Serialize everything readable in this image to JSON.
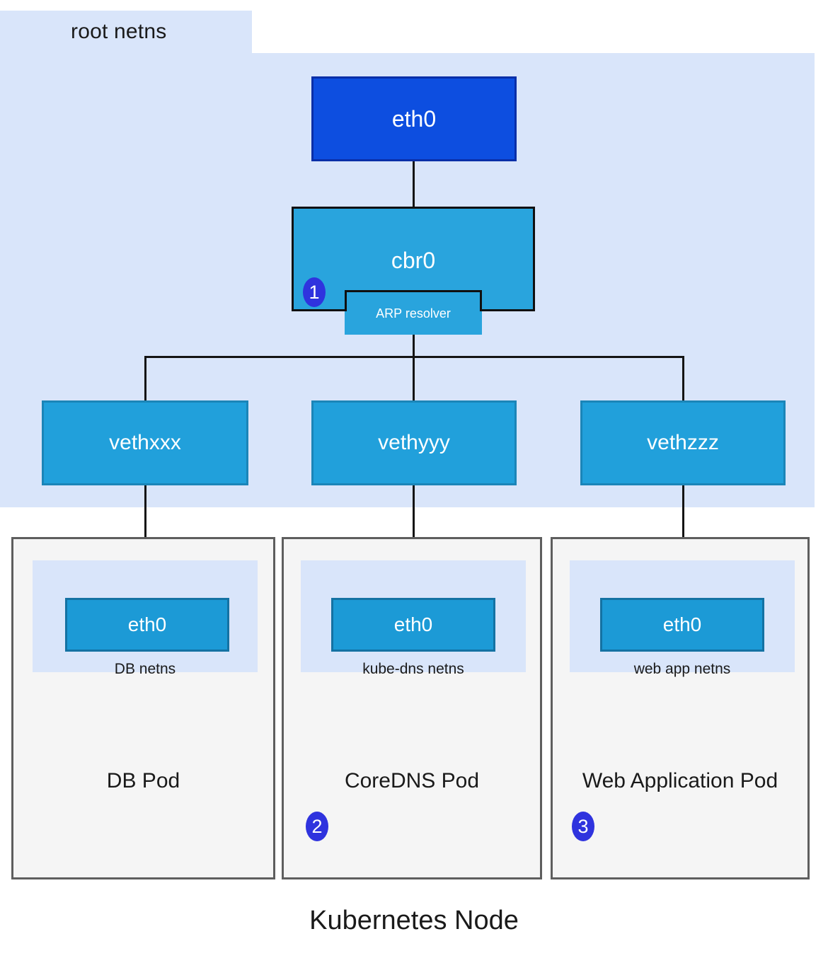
{
  "diagram": {
    "footer_title": "Kubernetes Node",
    "root_namespace": {
      "label": "root netns",
      "background_color": "#d9e5fa"
    },
    "nodes": {
      "host_eth0": {
        "label": "eth0",
        "fill_color": "#0d4ee0",
        "border_color": "#0a2fa8"
      },
      "bridge": {
        "label": "cbr0",
        "fill_color": "#29a4dd",
        "border_color": "#101010"
      },
      "arp_resolver": {
        "label": "ARP resolver",
        "fill_color": "#29a4dd",
        "border_color": "#101010"
      }
    },
    "veth_interfaces": [
      {
        "label": "vethxxx",
        "fill_color": "#21a0db"
      },
      {
        "label": "vethyyy",
        "fill_color": "#21a0db"
      },
      {
        "label": "vethzzz",
        "fill_color": "#21a0db"
      }
    ],
    "pods": [
      {
        "pod_label": "DB Pod",
        "netns_label": "DB netns",
        "interface_label": "eth0",
        "badge": null
      },
      {
        "pod_label": "CoreDNS Pod",
        "netns_label": "kube-dns netns",
        "interface_label": "eth0",
        "badge": "2"
      },
      {
        "pod_label": "Web Application Pod",
        "netns_label": "web app netns",
        "interface_label": "eth0",
        "badge": "3"
      }
    ],
    "badges": {
      "bridge_badge": "1",
      "color": "#2f33de"
    }
  }
}
